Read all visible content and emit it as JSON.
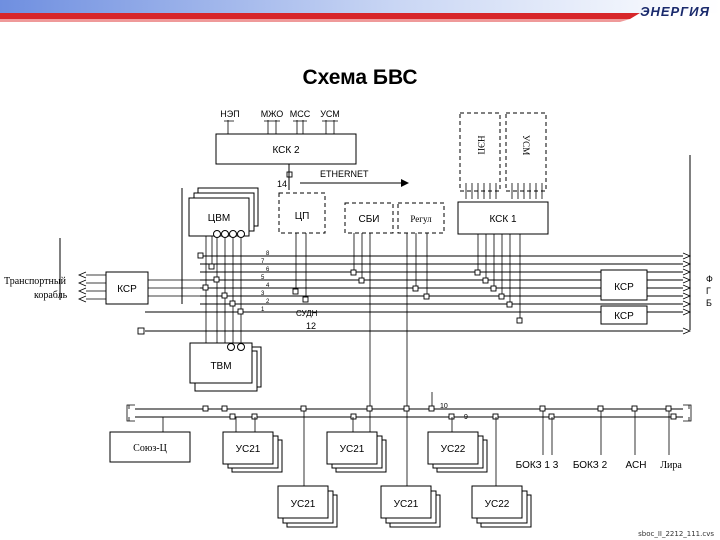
{
  "header": {
    "logo": "ЭНЕРГИЯ"
  },
  "title": "Схема БВС",
  "footer": "sboc_II_2212_111.cvs",
  "top_labels": {
    "nep": "НЭП",
    "mzho": "МЖО",
    "mss": "МСС",
    "usm": "УСМ"
  },
  "blocks": {
    "ksk2": "КСК 2",
    "ethernet": "ETHERNET",
    "n14": "14",
    "tsvm": "ЦВМ",
    "tsp": "ЦП",
    "sbi": "СБИ",
    "regul": "Регул",
    "ksk1": "КСК 1",
    "nep_v": "НЭП",
    "usm_v": "УСМ",
    "ksr_left": "КСР",
    "ksr_r1": "КСР",
    "ksr_r2": "КСР",
    "sudn": "СУДН",
    "n12": "12",
    "tvm": "ТВМ",
    "soyuz": "Союз-Ц",
    "us21_a": "УС21",
    "us21_b": "УС21",
    "us22_a": "УС22",
    "us21_c": "УС21",
    "us21_d": "УС21",
    "us22_b": "УС22",
    "bokz13": "БОКЗ 1 3",
    "bokz2": "БОКЗ 2",
    "asn": "АСН",
    "lira": "Лира"
  },
  "left_side": {
    "line1": "Транспортный",
    "line2": "корабль"
  },
  "right_letters": {
    "f": "Ф",
    "g": "Г",
    "b": "Б"
  },
  "bus_numbers": [
    "8",
    "7",
    "6",
    "5",
    "4",
    "3",
    "2",
    "1"
  ],
  "lower_bus": {
    "n10": "10",
    "n9": "9"
  },
  "colors": {
    "banner_blue": "#3f64c6",
    "banner_red": "#d7262a",
    "logo": "#1a2a6c"
  }
}
